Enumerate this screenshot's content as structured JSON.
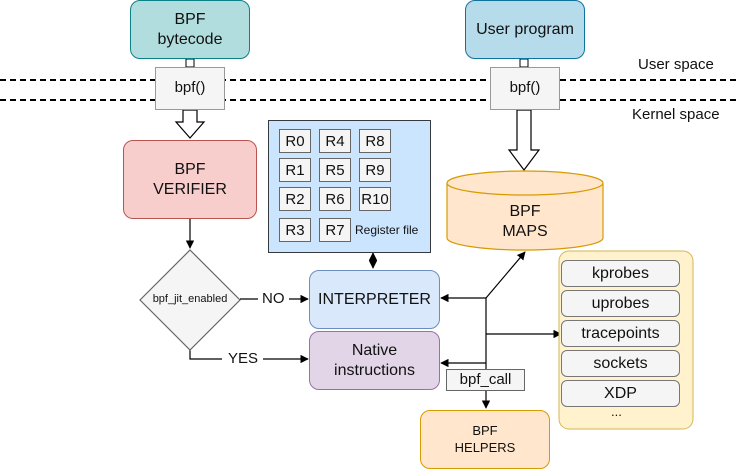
{
  "nodes": {
    "bpf_bytecode": [
      "BPF",
      "bytecode"
    ],
    "user_program": "User program",
    "bpf_syscall_left": "bpf()",
    "bpf_syscall_right": "bpf()",
    "verifier": [
      "BPF",
      "VERIFIER"
    ],
    "decision": "bpf_jit_enabled",
    "interpreter": "INTERPRETER",
    "native": [
      "Native",
      "instructions"
    ],
    "maps": [
      "BPF",
      "MAPS"
    ],
    "helpers": [
      "BPF",
      "HELPERS"
    ],
    "bpf_call": "bpf_call"
  },
  "register_file": {
    "registers": [
      "R0",
      "R4",
      "R8",
      "R1",
      "R5",
      "R9",
      "R2",
      "R6",
      "R10",
      "R3",
      "R7"
    ],
    "label": "Register file"
  },
  "labels": {
    "user_space": "User space",
    "kernel_space": "Kernel space",
    "no": "NO",
    "yes": "YES"
  },
  "hooks": [
    "kprobes",
    "uprobes",
    "tracepoints",
    "sockets",
    "XDP",
    "..."
  ],
  "colors": {
    "teal": "#b1ddde",
    "blue": "#b6dbeb",
    "red": "#f8cecc",
    "lavender": "#e1d5e7",
    "light_blue": "#dae8fc",
    "reg_blue": "#cce5ff",
    "yellow": "#ffe6cc",
    "cream": "#fff2cc"
  }
}
